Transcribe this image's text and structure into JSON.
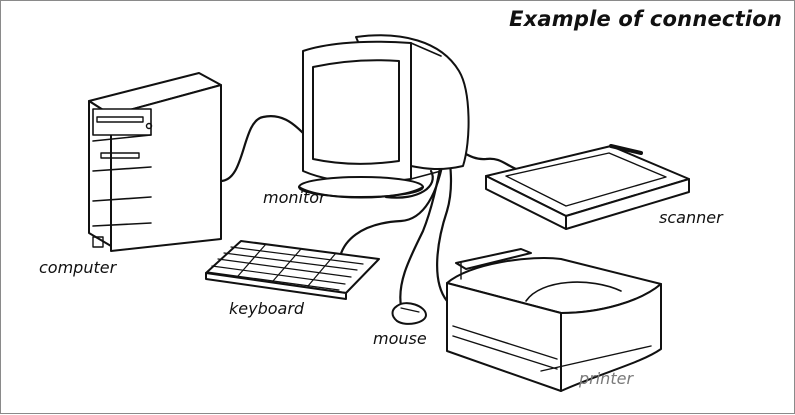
{
  "title": "Example of connection",
  "labels": {
    "computer": "computer",
    "monitor": "monitor",
    "keyboard": "keyboard",
    "mouse": "mouse",
    "scanner": "scanner",
    "printer": "printer"
  },
  "colors": {
    "line": "#111111",
    "label": "#111111",
    "label_muted": "#7a7a7a",
    "frame": "#8a8a8a"
  }
}
